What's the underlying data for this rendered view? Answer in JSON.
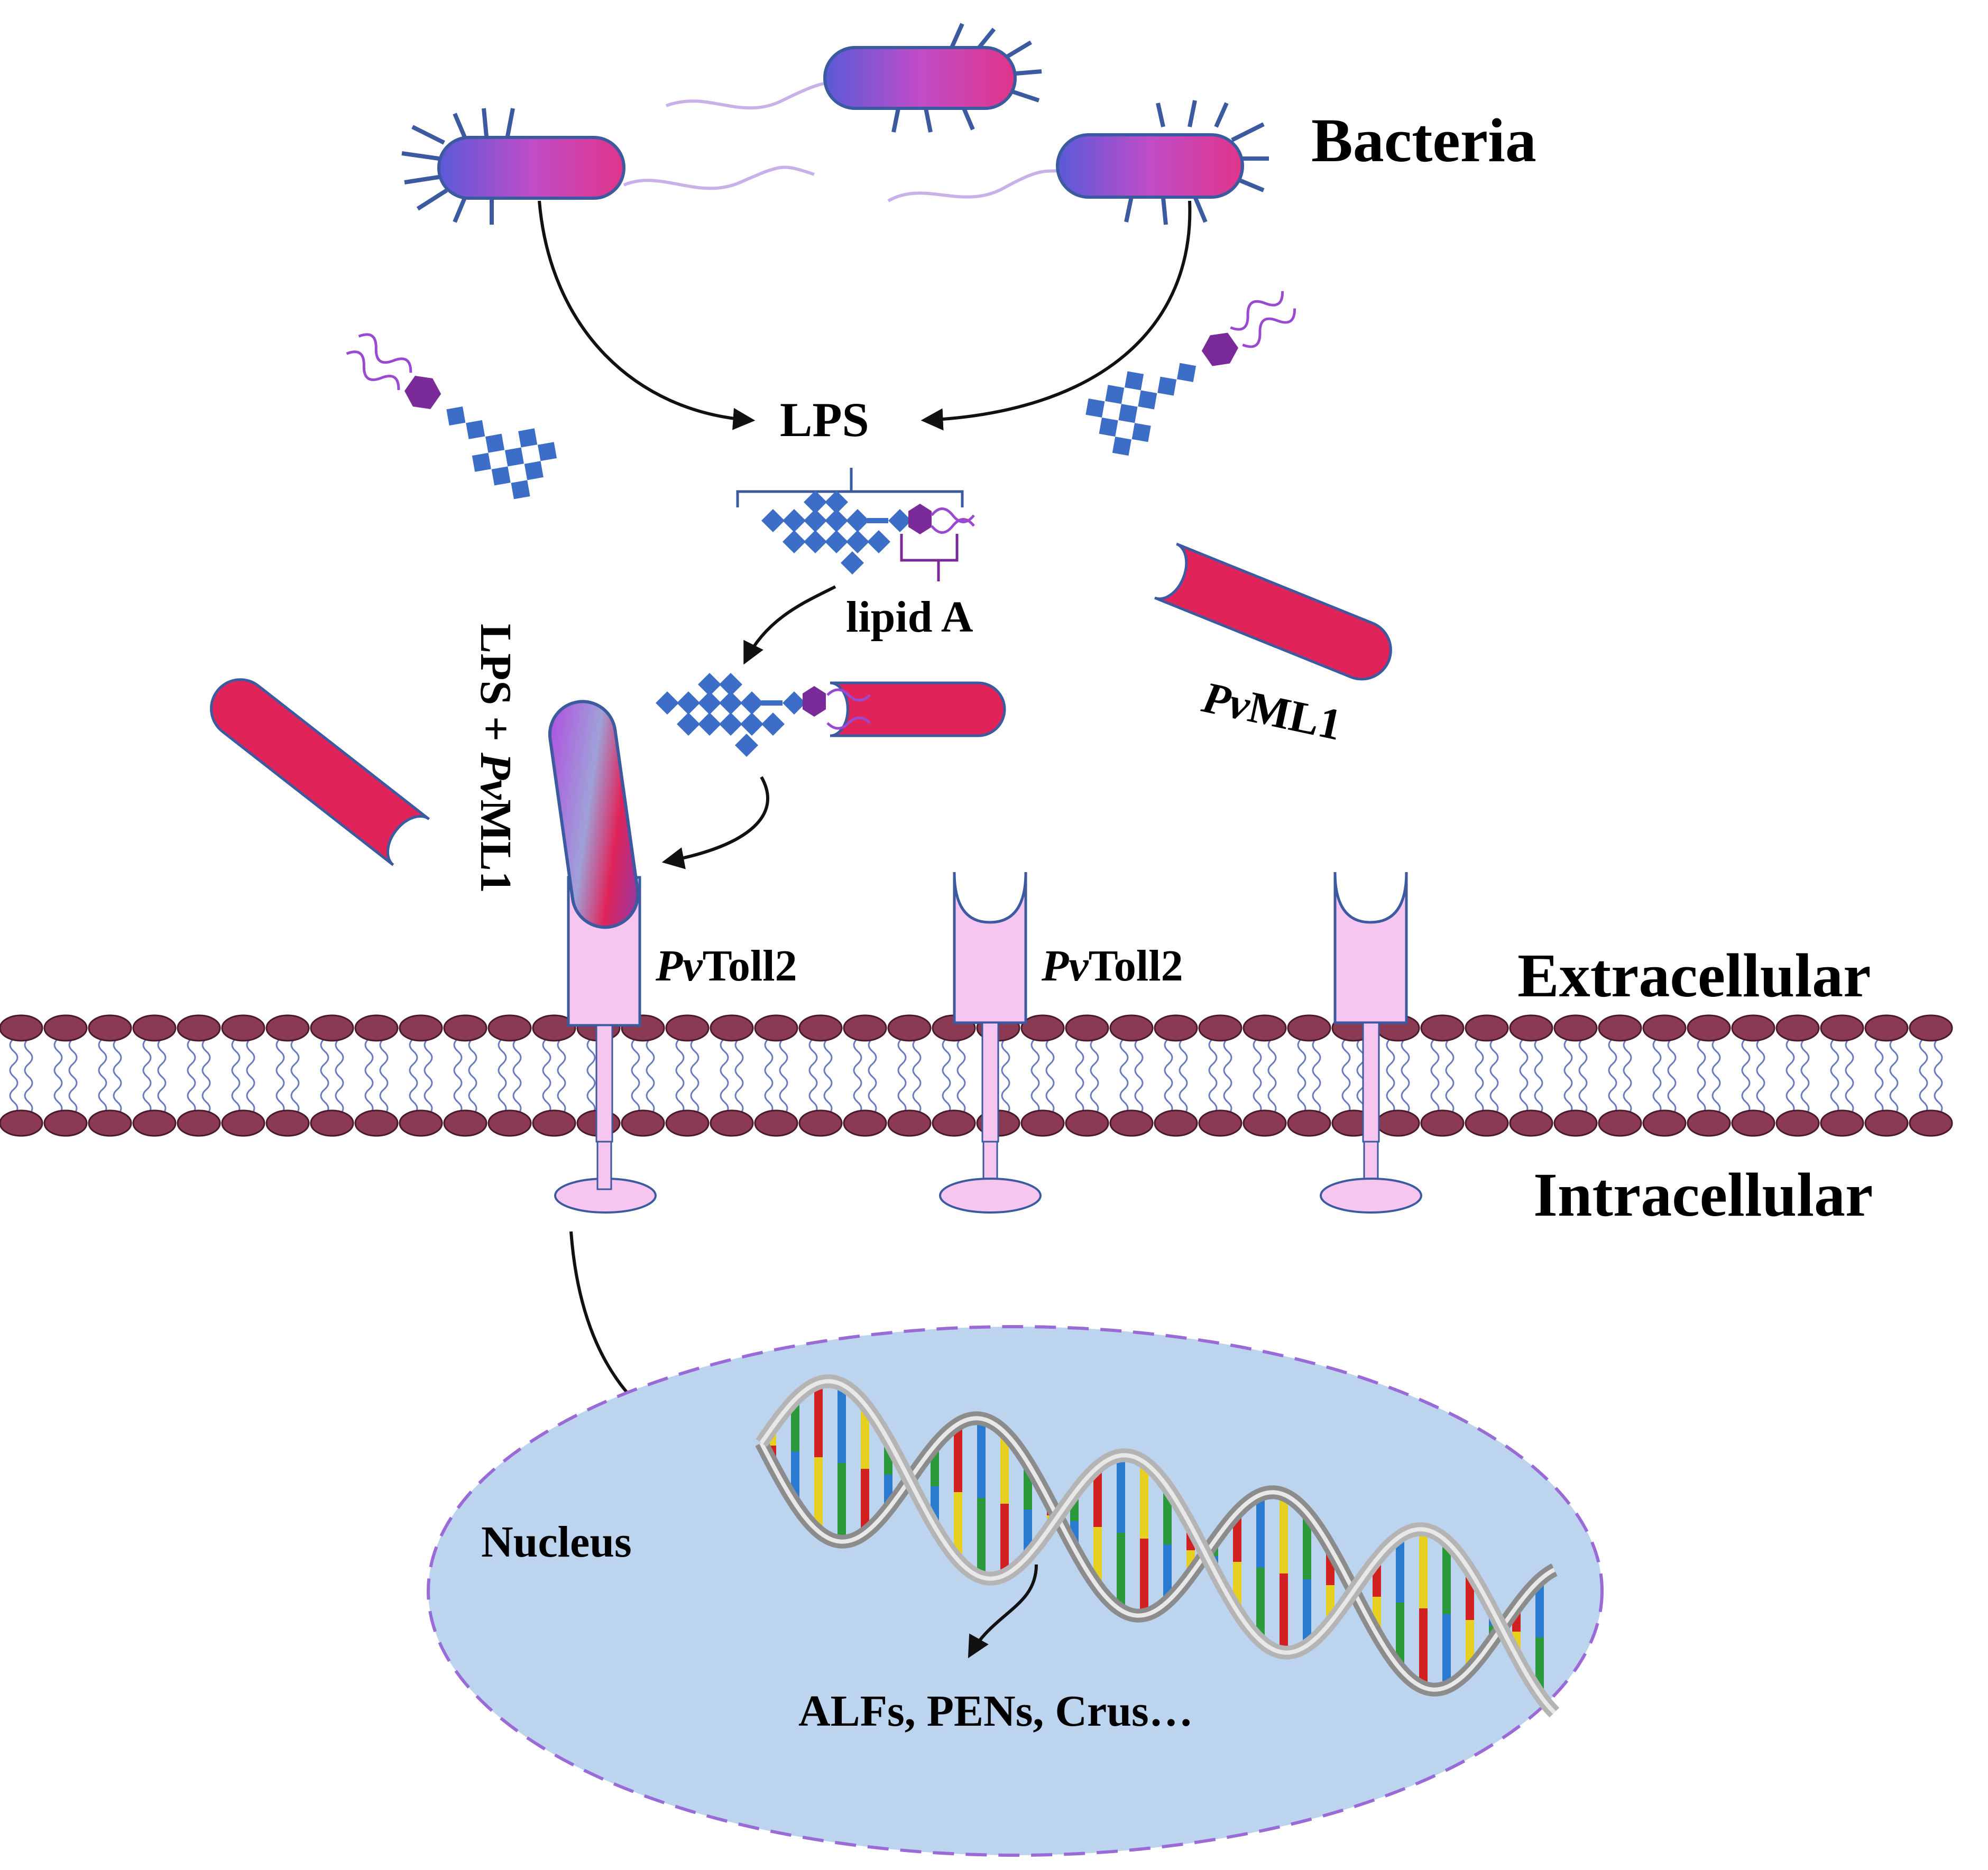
{
  "labels": {
    "bacteria": "Bacteria",
    "lps": "LPS",
    "lipid_a": "lipid A",
    "pvml1_prefix": "Pv",
    "pvml1_suffix": "ML1",
    "complex_part1": "LPS + ",
    "complex_prefix": "Pv",
    "complex_suffix": "ML1",
    "toll_prefix": "Pv",
    "toll_suffix": "Toll2",
    "extracellular": "Extracellular",
    "intracellular": "Intracellular",
    "nucleus": "Nucleus",
    "genes": "ALFs, PENs, Crus…"
  },
  "colors": {
    "bacterium_fill": "#b43cc8",
    "bacterium_outline": "#3c5aa0",
    "pvml1_fill": "#e0245a",
    "toll_fill": "#f6c6f0",
    "toll_outline": "#3c5aa0",
    "membrane_head": "#8a3a52",
    "lps_chain": "#3c6ec8",
    "lipid_node": "#7b2a9a",
    "nucleus_fill": "#bcd4ee",
    "nucleus_outline": "#9a6ad6",
    "dna_colors": [
      "#d02020",
      "#2a7ad0",
      "#e6d020",
      "#2a9a3a"
    ]
  }
}
